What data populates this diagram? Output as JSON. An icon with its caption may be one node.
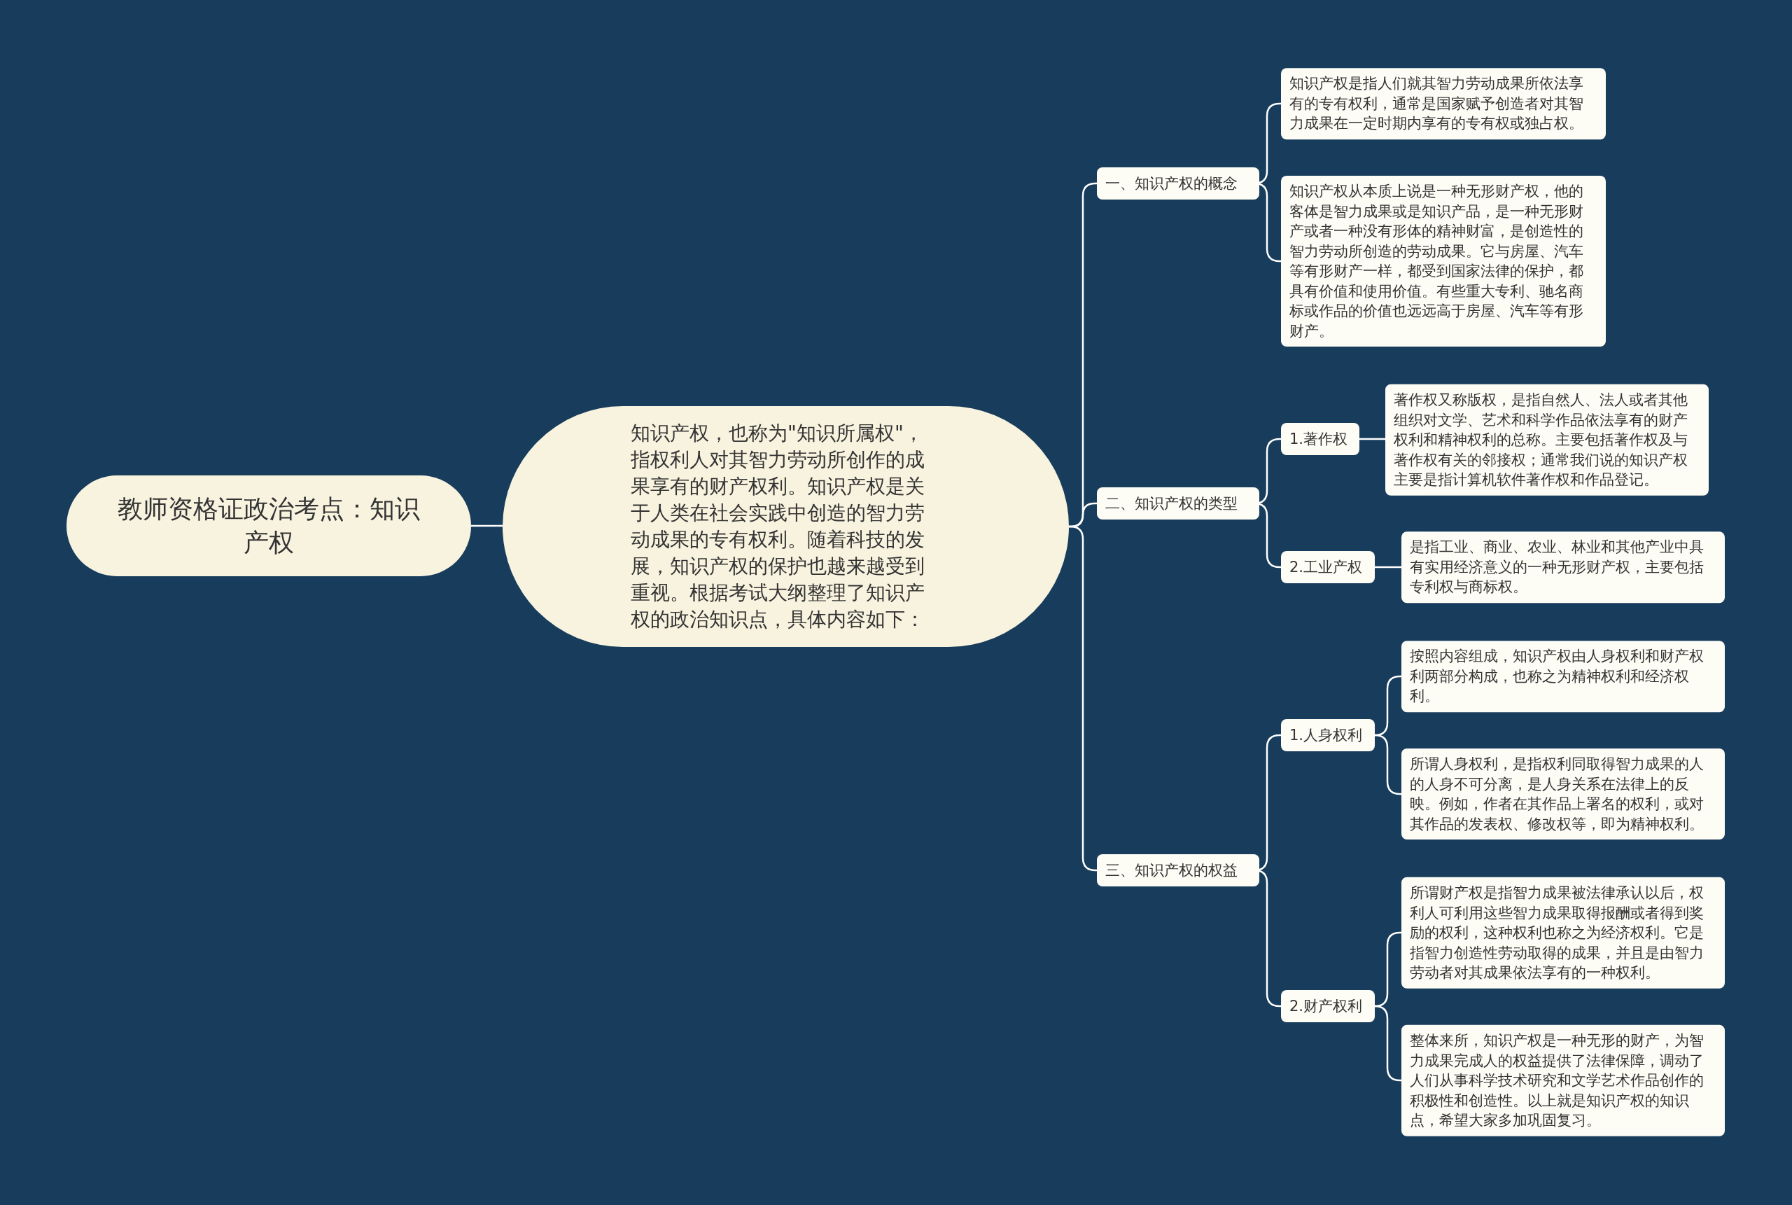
{
  "diagram": {
    "nodes": [
      {
        "text": [
          "教师资格证政治考点：知识产权"
        ]
      },
      {
        "text": [
          "知识产权，也称为\"知识所属权\"，指权利人对其智力劳动所创作的成果享有的财产权利。知识产权是关于人类在社会实践中创造的智力劳动成果的专有权利。随着科技的发展，知识产权的保护也越来越受到重视。根据考试大纲整理了知识产权的政治知识点，具体内容如下："
        ]
      },
      {
        "text": [
          "一、知识产权的概念"
        ]
      },
      {
        "text": [
          "知识产权是指人们就其智力劳动成果所依法享有的专有权利，通常是国家赋予创造者对其智力成果在一定时期内享有的专有权或独占权。"
        ]
      },
      {
        "text": [
          "知识产权从本质上说是一种无形财产权，他的客体是智力成果或是知识产品，是一种无形财产或者一种没有形体的精神财富，是创造性的智力劳动所创造的劳动成果。它与房屋、汽车等有形财产一样，都受到国家法律的保护，都具有价值和使用价值。有些重大专利、驰名商标或作品的价值也远远高于房屋、汽车等有形财产。"
        ]
      },
      {
        "text": [
          "二、知识产权的类型"
        ]
      },
      {
        "text": [
          "1.著作权"
        ]
      },
      {
        "text": [
          "著作权又称版权，是指自然人、法人或者其他组织对文学、艺术和科学作品依法享有的财产权利和精神权利的总称。主要包括著作权及与著作权有关的邻接权；通常我们说的知识产权主要是指计算机软件著作权和作品登记。"
        ]
      },
      {
        "text": [
          "2.工业产权"
        ]
      },
      {
        "text": [
          "是指工业、商业、农业、林业和其他产业中具有实用经济意义的一种无形财产权，主要包括专利权与商标权。"
        ]
      },
      {
        "text": [
          "三、知识产权的权益"
        ]
      },
      {
        "text": [
          "1.人身权利"
        ]
      },
      {
        "text": [
          "按照内容组成，知识产权由人身权利和财产权利两部分构成，也称之为精神权利和经济权利。"
        ]
      },
      {
        "text": [
          "所谓人身权利，是指权利同取得智力成果的人的人身不可分离，是人身关系在法律上的反映。例如，作者在其作品上署名的权利，或对其作品的发表权、修改权等，即为精神权利。"
        ]
      },
      {
        "text": [
          "2.财产权利"
        ]
      },
      {
        "text": [
          "所谓财产权是指智力成果被法律承认以后，权利人可利用这些智力成果取得报酬或者得到奖励的权利，这种权利也称之为经济权利。它是指智力创造性劳动取得的成果，并且是由智力劳动者对其成果依法享有的一种权利。"
        ]
      },
      {
        "text": [
          "整体来所，知识产权是一种无形的财产，为智力成果完成人的权益提供了法律保障，调动了人们从事科学技术研究和文学艺术作品创作的积极性和创造性。以上就是知识产权的知识点，希望大家多加巩固复习。"
        ]
      }
    ],
    "edges": [
      {
        "from": 0,
        "to": 1,
        "arrow": "none"
      },
      {
        "from": 1,
        "to": 2,
        "arrow": "none"
      },
      {
        "from": 1,
        "to": 5,
        "arrow": "none"
      },
      {
        "from": 1,
        "to": 10,
        "arrow": "none"
      },
      {
        "from": 2,
        "to": 3,
        "arrow": "none"
      },
      {
        "from": 2,
        "to": 4,
        "arrow": "none"
      },
      {
        "from": 5,
        "to": 6,
        "arrow": "none"
      },
      {
        "from": 5,
        "to": 8,
        "arrow": "none"
      },
      {
        "from": 6,
        "to": 7,
        "arrow": "none"
      },
      {
        "from": 8,
        "to": 9,
        "arrow": "none"
      },
      {
        "from": 10,
        "to": 11,
        "arrow": "none"
      },
      {
        "from": 10,
        "to": 14,
        "arrow": "none"
      },
      {
        "from": 11,
        "to": 12,
        "arrow": "none"
      },
      {
        "from": 11,
        "to": 13,
        "arrow": "none"
      },
      {
        "from": 14,
        "to": 15,
        "arrow": "none"
      },
      {
        "from": 14,
        "to": 16,
        "arrow": "none"
      }
    ]
  }
}
